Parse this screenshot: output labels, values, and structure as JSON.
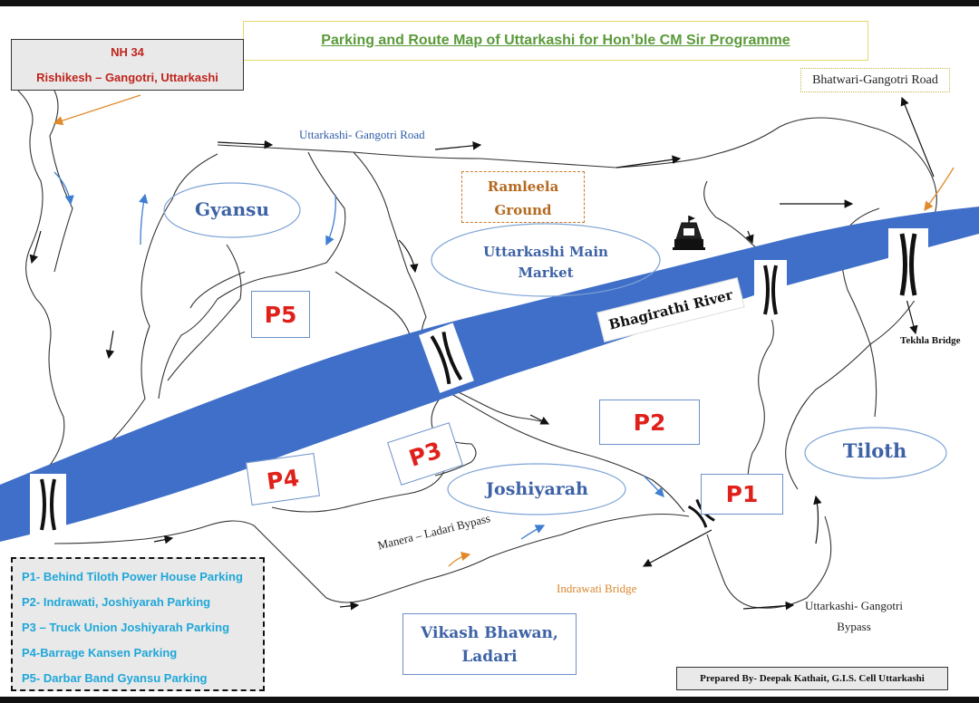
{
  "title": "Parking and Route Map of Uttarkashi for Hon’ble CM Sir Programme",
  "highway": {
    "code": "NH 34",
    "route": "Rishikesh – Gangotri, Uttarkashi"
  },
  "roads": {
    "bhatwari": "Bhatwari-Gangotri Road",
    "uttarkashi_gangotri": "Uttarkashi- Gangotri Road",
    "manera_ladari": "Manera – Ladari Bypass",
    "bypass_line1": "Uttarkashi- Gangotri",
    "bypass_line2": "Bypass"
  },
  "places": {
    "ramleela_line1": "Ramleela",
    "ramleela_line2": "Ground",
    "gyansu": "Gyansu",
    "main_market_line1": "Uttarkashi Main",
    "main_market_line2": "Market",
    "joshiyarah": "Joshiyarah",
    "tiloth": "Tiloth",
    "vikash_line1": "Vikash Bhawan,",
    "vikash_line2": "Ladari"
  },
  "river": "Bhagirathi River",
  "bridges": {
    "tekhla": "Tekhla Bridge",
    "indrawati": "Indrawati Bridge"
  },
  "parking_markers": [
    "P1",
    "P2",
    "P3",
    "P4",
    "P5"
  ],
  "legend": [
    "P1- Behind Tiloth Power House Parking",
    "P2- Indrawati, Joshiyarah Parking",
    "P3 – Truck Union Joshiyarah Parking",
    "P4-Barrage Kansen Parking",
    "P5- Darbar Band Gyansu Parking"
  ],
  "credit": "Prepared By- Deepak Kathait, G.I.S. Cell Uttarkashi",
  "colors": {
    "river": "#3f6fc8",
    "title_text": "#5a9a3a",
    "parking_text": "#e0211b",
    "place_text": "#3d62a6",
    "legend_text": "#1fa7d9",
    "highway_text": "#c0241c",
    "ramleela_text": "#b4691f"
  },
  "icons": [
    "temple-icon",
    "bridge-icon"
  ]
}
